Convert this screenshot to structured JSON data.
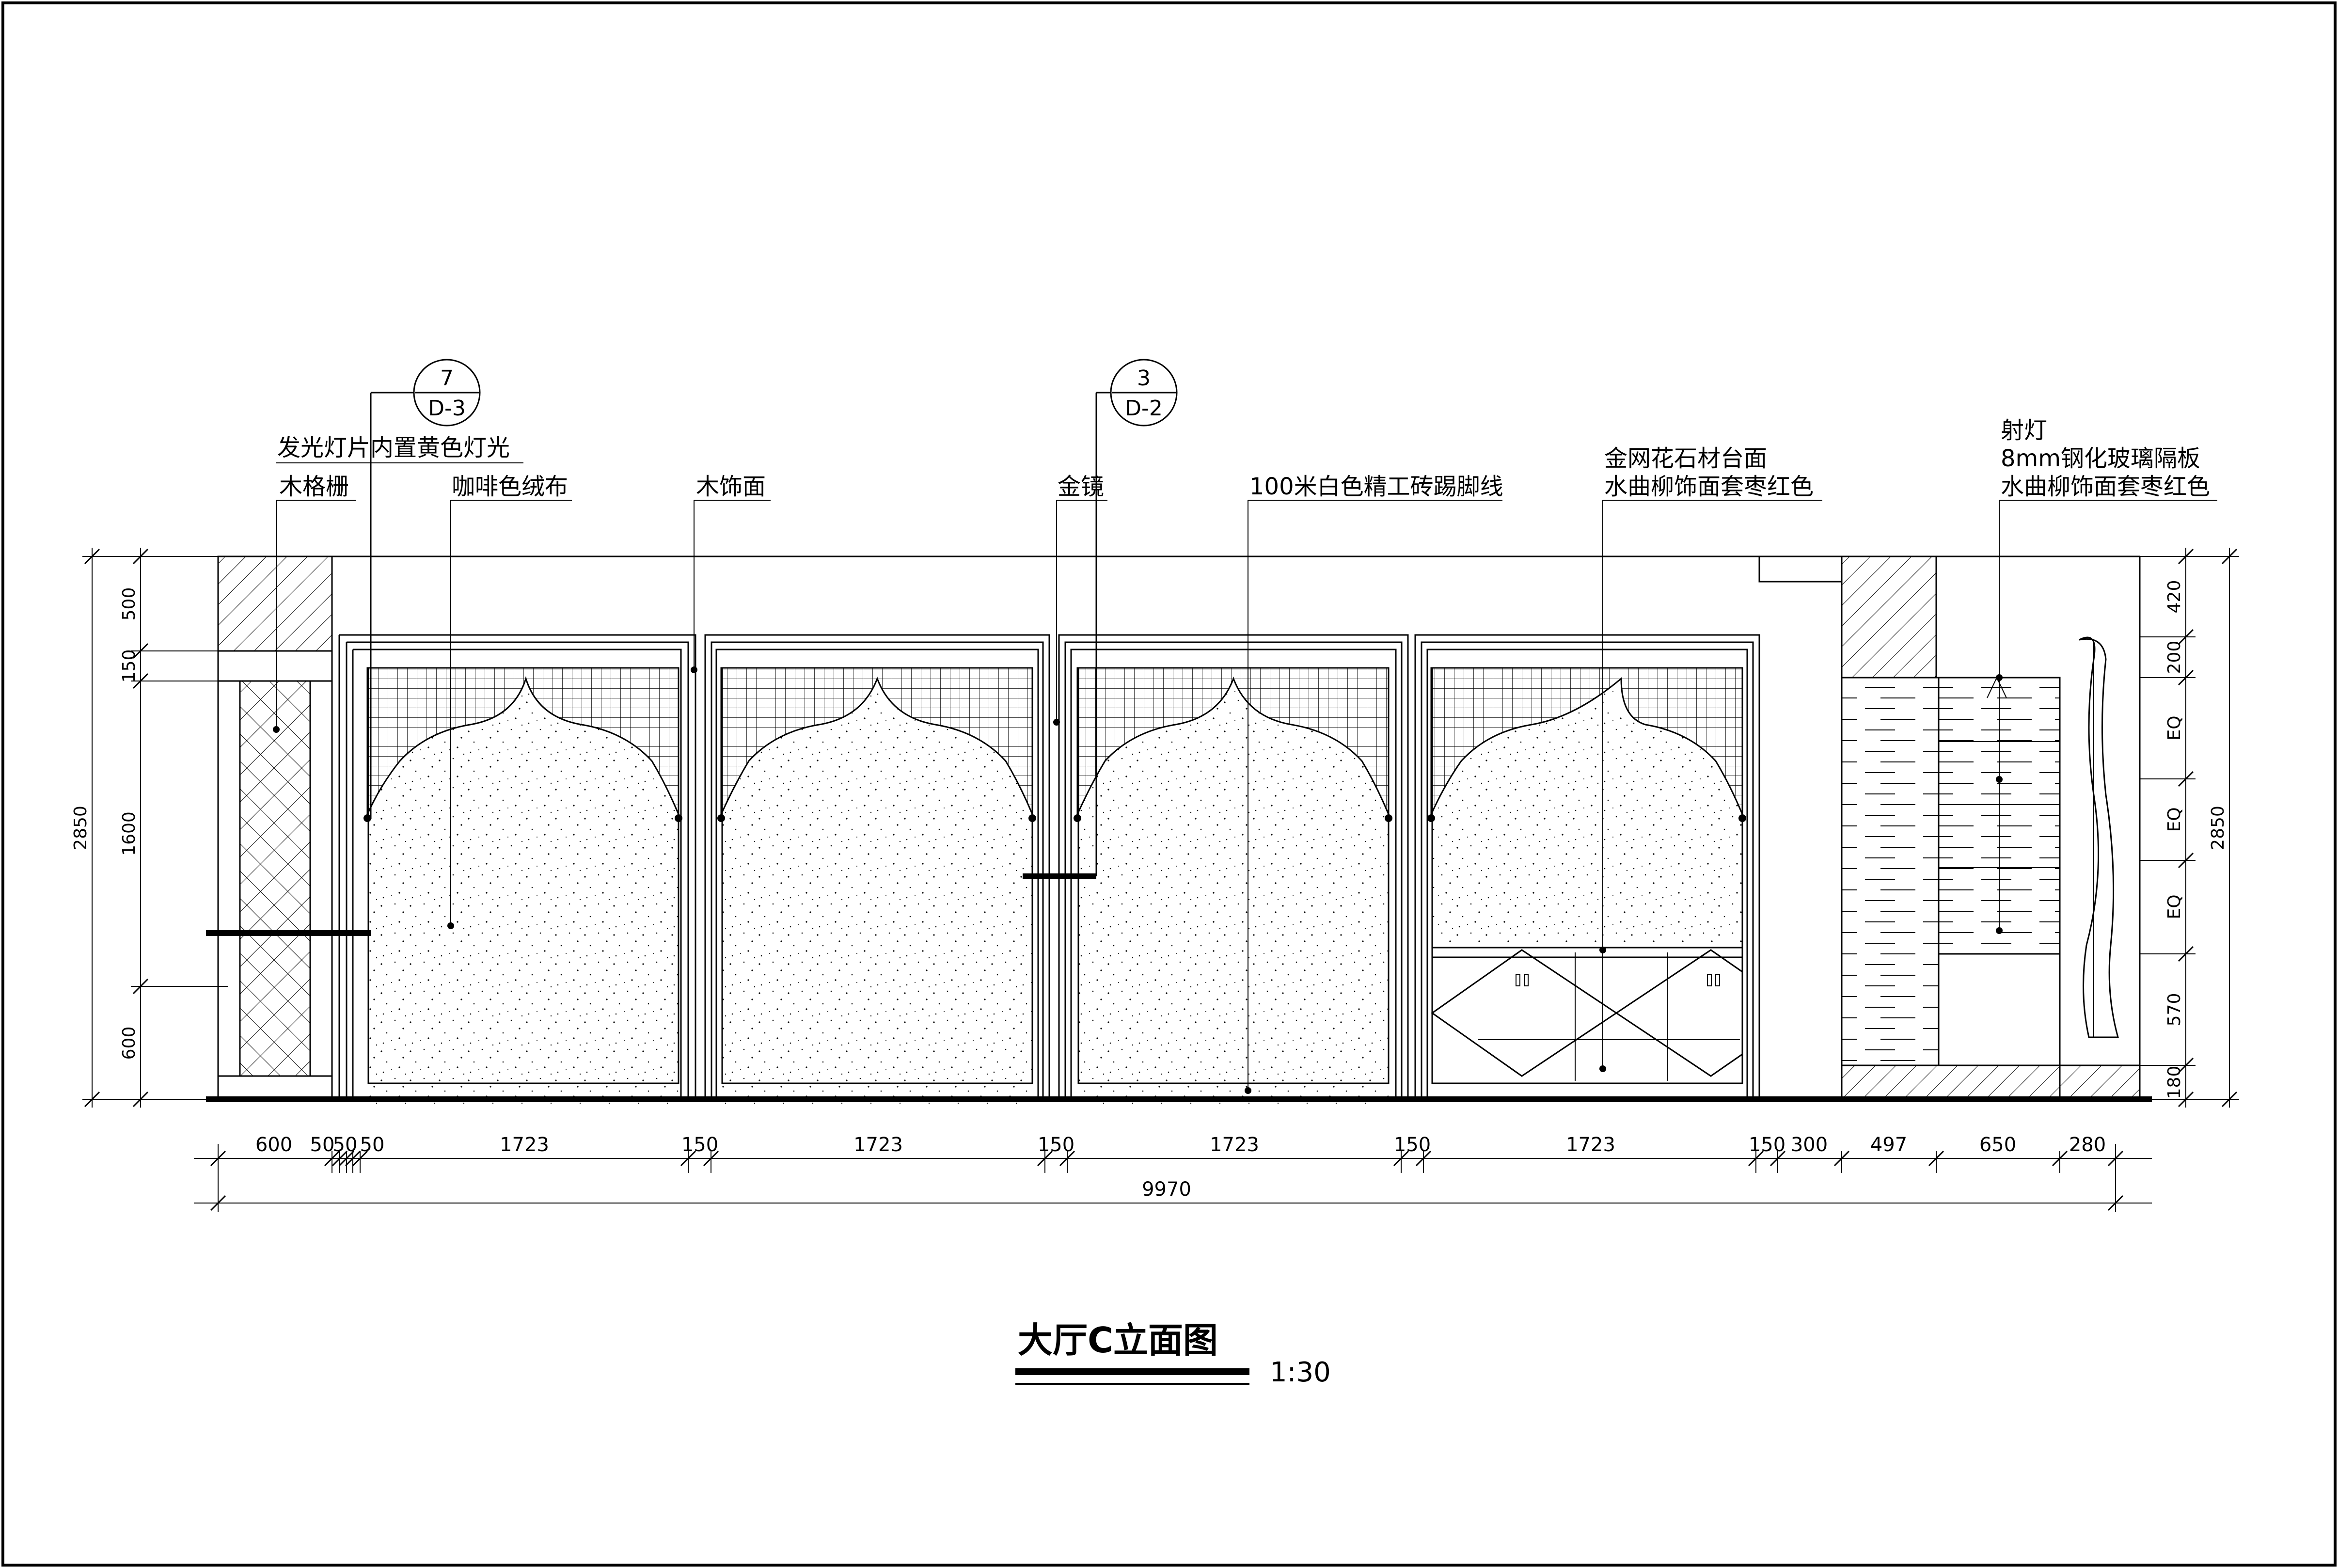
{
  "title": "大厅C立面图",
  "scale": "1:30",
  "callouts": [
    {
      "number": "7",
      "sheet": "D-3"
    },
    {
      "number": "3",
      "sheet": "D-2"
    }
  ],
  "labels": {
    "light_panel": "发光灯片内置黄色灯光",
    "wood_grille": "木格栅",
    "coffee_velvet": "咖啡色绒布",
    "wood_finish": "木饰面",
    "gold_mirror": "金镜",
    "skirting": "100米白色精工砖踢脚线",
    "granite_top": "金网花石材台面",
    "willow_veneer": "水曲柳饰面套枣红色",
    "spotlight": "射灯",
    "glass_partition": "8mm钢化玻璃隔板",
    "willow_veneer_2": "水曲柳饰面套枣红色"
  },
  "dims_bottom": [
    "600",
    "50",
    "50",
    "50",
    "1723",
    "150",
    "1723",
    "150",
    "1723",
    "150",
    "1723",
    "150",
    "300",
    "497",
    "650",
    "280"
  ],
  "dim_total": "9970",
  "dims_left": [
    "500",
    "150",
    "1600",
    "600"
  ],
  "dim_left_total": "2850",
  "dims_right": [
    "420",
    "200",
    "EQ",
    "EQ",
    "EQ",
    "570",
    "180"
  ],
  "dim_right_total": "2850"
}
